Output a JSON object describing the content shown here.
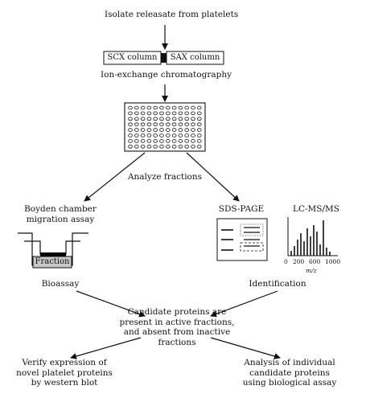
{
  "steps": {
    "isolate": "Isolate releasate from platelets",
    "scx": "SCX column",
    "sax": "SAX column",
    "ion_exchange": "Ion-exchange chromatography",
    "analyze": "Analyze fractions",
    "boyden_line1": "Boyden chamber",
    "boyden_line2": "migration assay",
    "fraction": "Fraction",
    "bioassay": "Bioassay",
    "sds_page": "SDS-PAGE",
    "lcms": "LC-MS/MS",
    "identification": "Identification",
    "candidate_line1": "Candidate proteins are",
    "candidate_line2": "present in active fractions,",
    "candidate_line3": "and absent from inactive",
    "candidate_line4": "fractions",
    "verify_line1": "Verify expression of",
    "verify_line2": "novel platelet proteins",
    "verify_line3": "by western blot",
    "analysis_line1": "Analysis of individual",
    "analysis_line2": "candidate proteins",
    "analysis_line3": "using biological assay"
  },
  "spectrum_axis": {
    "ticks": [
      "0",
      "200",
      "600",
      "1000"
    ],
    "label": "m/z"
  },
  "colors": {
    "ink": "#111111",
    "fraction_fill": "#c8c8c8",
    "band": "#000000"
  }
}
